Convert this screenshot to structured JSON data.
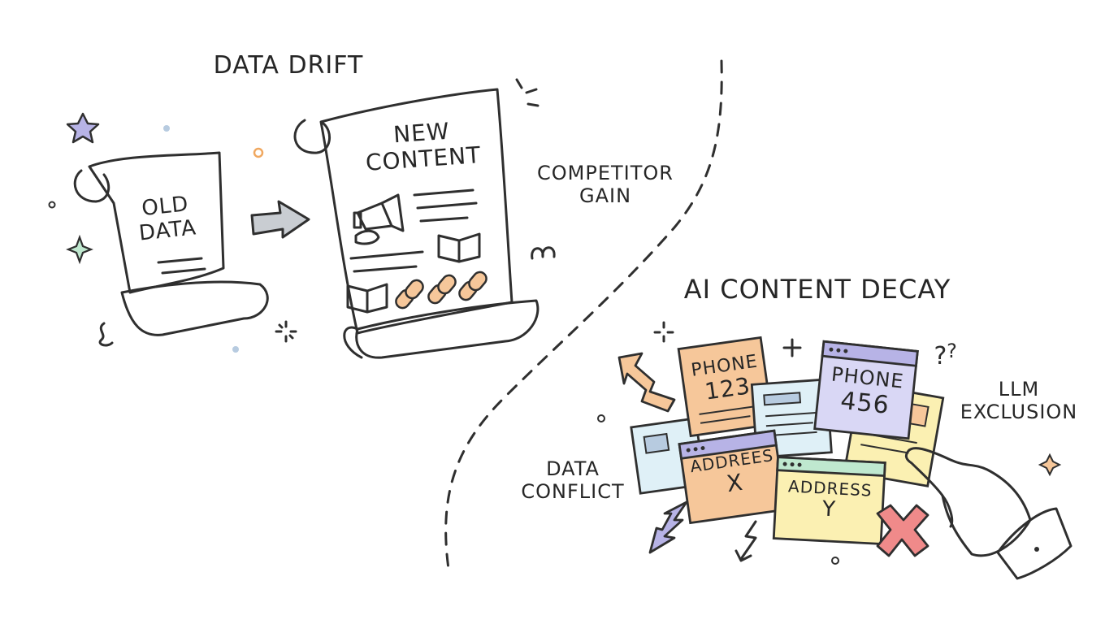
{
  "sections": {
    "data_drift": {
      "title": "DATA DRIFT",
      "old_scroll": [
        "OLD",
        "DATA"
      ],
      "new_scroll": [
        "NEW",
        "CONTENT"
      ],
      "side_note": [
        "COMPETITOR",
        "GAIN"
      ]
    },
    "ai_content_decay": {
      "title": "AI CONTENT DECAY",
      "cards": {
        "phone_a": [
          "PHONE",
          "123"
        ],
        "phone_b": [
          "PHONE",
          "456"
        ],
        "address_a": [
          "ADDREES",
          "X"
        ],
        "address_b": [
          "ADDRESS",
          "Y"
        ]
      },
      "left_note": [
        "DATA",
        "CONFLICT"
      ],
      "right_note": [
        "LLM",
        "EXCLUSION"
      ]
    }
  },
  "colors": {
    "old_paper": "#f2e2cc",
    "new_paper": "#dff0f7",
    "scroll_violet": "#b7b3e6",
    "scroll_mint": "#bfe8cf",
    "orange_card": "#f6c79a",
    "violet_card": "#d9d7f5",
    "yellow_card": "#fbf0b2",
    "red_x": "#f08a8a",
    "skin": "#f8d9bf",
    "sleeve": "#a8e0bf"
  }
}
